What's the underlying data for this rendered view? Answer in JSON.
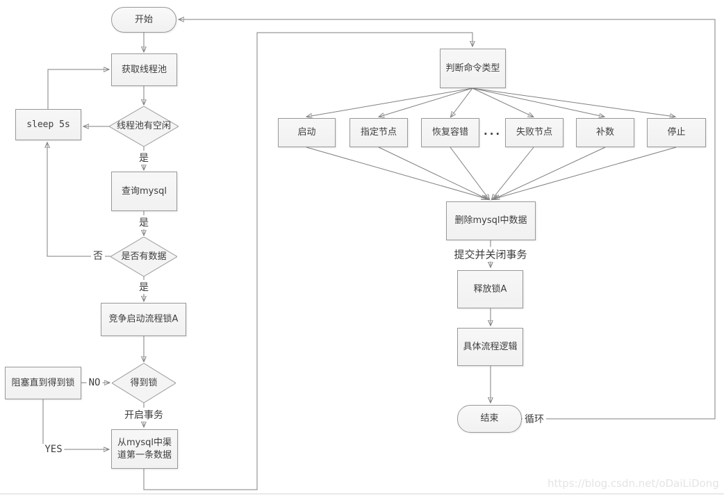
{
  "page": {
    "watermark": "https://blog.csdn.net/oDaiLiDong"
  },
  "flowchart": {
    "nodes": {
      "start": "开始",
      "get_thread_pool": "获取线程池",
      "thread_pool_idle": "线程池有空闲",
      "sleep": "sleep 5s",
      "query_mysql": "查询mysql",
      "has_data": "是否有数据",
      "compete_lock": "竞争启动流程锁A",
      "got_lock": "得到锁",
      "block_until_lock": "阻塞直到得到锁",
      "fetch_first_row": "从mysql中渠道第一条数据",
      "judge_command_type": "判断命令类型",
      "cmd_start": "启动",
      "cmd_assign_node": "指定节点",
      "cmd_recover_fault": "恢复容错",
      "cmd_ellipsis": "...",
      "cmd_failed_node": "失败节点",
      "cmd_backfill": "补数",
      "cmd_stop": "停止",
      "delete_mysql_data": "删除mysql中数据",
      "release_lock": "释放锁A",
      "process_logic": "具体流程逻辑",
      "end": "结束"
    },
    "edge_labels": {
      "idle_yes": "是",
      "query_yes": "是",
      "hasdata_yes": "是",
      "hasdata_no": "否",
      "lock_no": "NO",
      "lock_yes": "YES",
      "open_transaction": "开启事务",
      "commit_close_transaction": "提交并关闭事务",
      "loop": "循环"
    },
    "colors": {
      "node_fill": "#f4f4f4",
      "node_border": "#989898",
      "line": "#7f7f7f",
      "text": "#3d3d3d",
      "watermark": "#e4e4e4"
    }
  }
}
